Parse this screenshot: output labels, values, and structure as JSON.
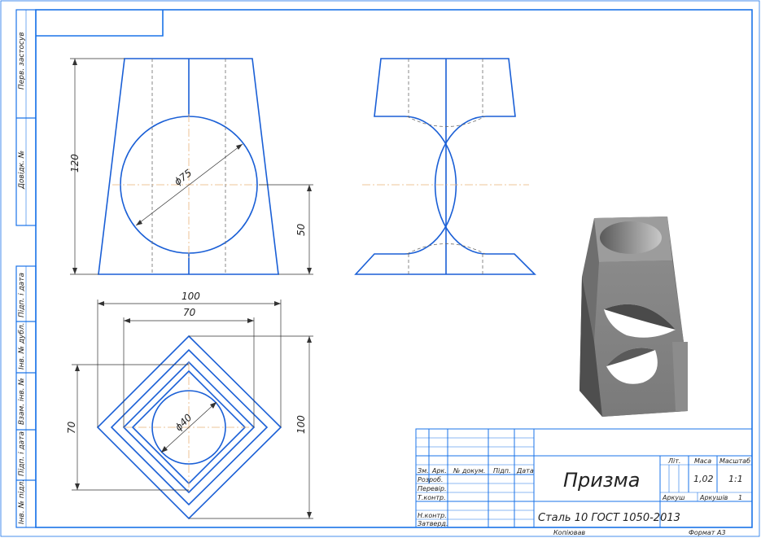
{
  "dimensions": {
    "height_120": "120",
    "dia_75": "ϕ75",
    "height_50": "50",
    "width_100": "100",
    "width_70": "70",
    "side_70": "70",
    "side_100": "100",
    "dia_40": "ϕ40"
  },
  "side_stamp": {
    "perv_zastos": "Перв. застосув",
    "dovid": "Довідк. №",
    "pidp_data_1": "Підп. і дата",
    "inv_dubl": "Інв. № дубл.",
    "vzam_inv": "Взам. інв. №",
    "pidp_data_2": "Підп. і дата",
    "inv_pidl": "Інв. № підл."
  },
  "title_block": {
    "title": "Призма",
    "material": "Сталь 10  ГОСТ 1050-2013",
    "col_zm": "Зм.",
    "col_ark": "Арк.",
    "col_doc": "№ докум.",
    "col_pidp": "Підп.",
    "col_data": "Дата",
    "row_rozrob": "Розроб.",
    "row_perevir": "Перевір.",
    "row_tkontr": "Т.контр.",
    "row_nkontr": "Н.контр.",
    "row_zatverd": "Затверд.",
    "lit_label": "Літ.",
    "masa_label": "Маса",
    "masshtab_label": "Масштаб",
    "masa_value": "1,02",
    "masshtab_value": "1:1",
    "arkush_label": "Аркуш",
    "arkushiv_label": "Аркушів",
    "arkushiv_value": "1",
    "kopiyuvav": "Копіював",
    "format": "Формат   А3"
  }
}
